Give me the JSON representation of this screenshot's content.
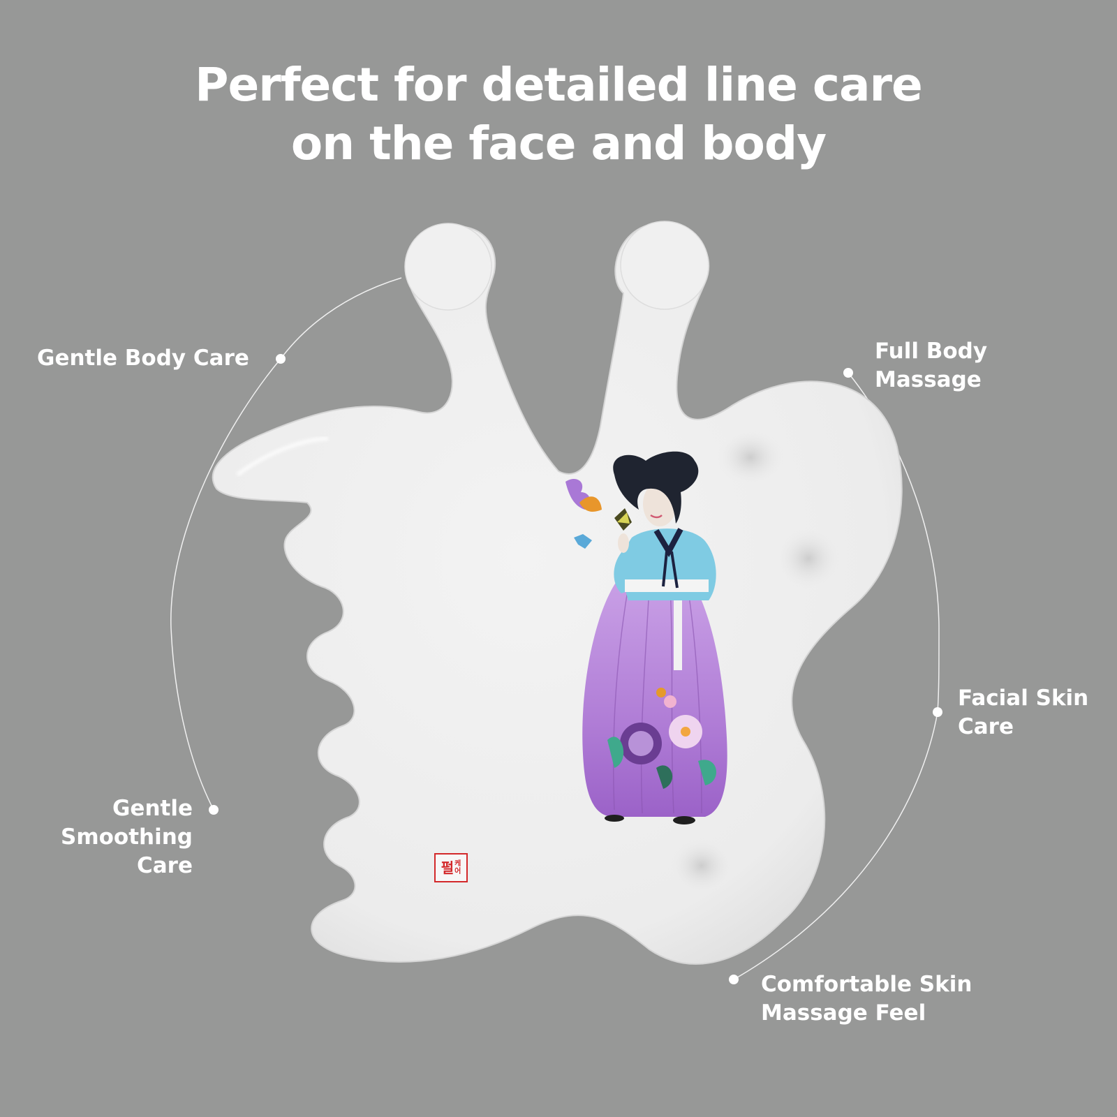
{
  "headline": {
    "line1": "Perfect for detailed line care",
    "line2": "on the face and body"
  },
  "features": [
    {
      "id": "gentle-body-care",
      "lines": [
        "Gentle Body Care"
      ],
      "dot": [
        402,
        514
      ]
    },
    {
      "id": "full-body-massage",
      "lines": [
        "Full Body",
        "Massage"
      ],
      "dot": [
        1215,
        534
      ]
    },
    {
      "id": "facial-skin-care",
      "lines": [
        "Facial Skin",
        "Care"
      ],
      "dot": [
        1343,
        1020
      ]
    },
    {
      "id": "gentle-smoothing-care",
      "lines": [
        "Gentle",
        "Smoothing",
        "Care"
      ],
      "dot": [
        306,
        1160
      ]
    },
    {
      "id": "comfortable-skin-massage-feel",
      "lines": [
        "Comfortable Skin",
        "Massage Feel"
      ],
      "dot": [
        1051,
        1403
      ]
    }
  ],
  "product": {
    "type": "gua sha massage tool",
    "material_color": "#f2f2f2",
    "artwork": "Korean woman in hanbok with butterflies and peonies",
    "seal": {
      "main": "펄",
      "side": [
        "케",
        "어"
      ],
      "color": "#d3282a"
    }
  },
  "colors": {
    "background": "#979897",
    "text": "#ffffff",
    "hanbok_top": "#7fcbe3",
    "hanbok_skirt": "#b785d8"
  }
}
